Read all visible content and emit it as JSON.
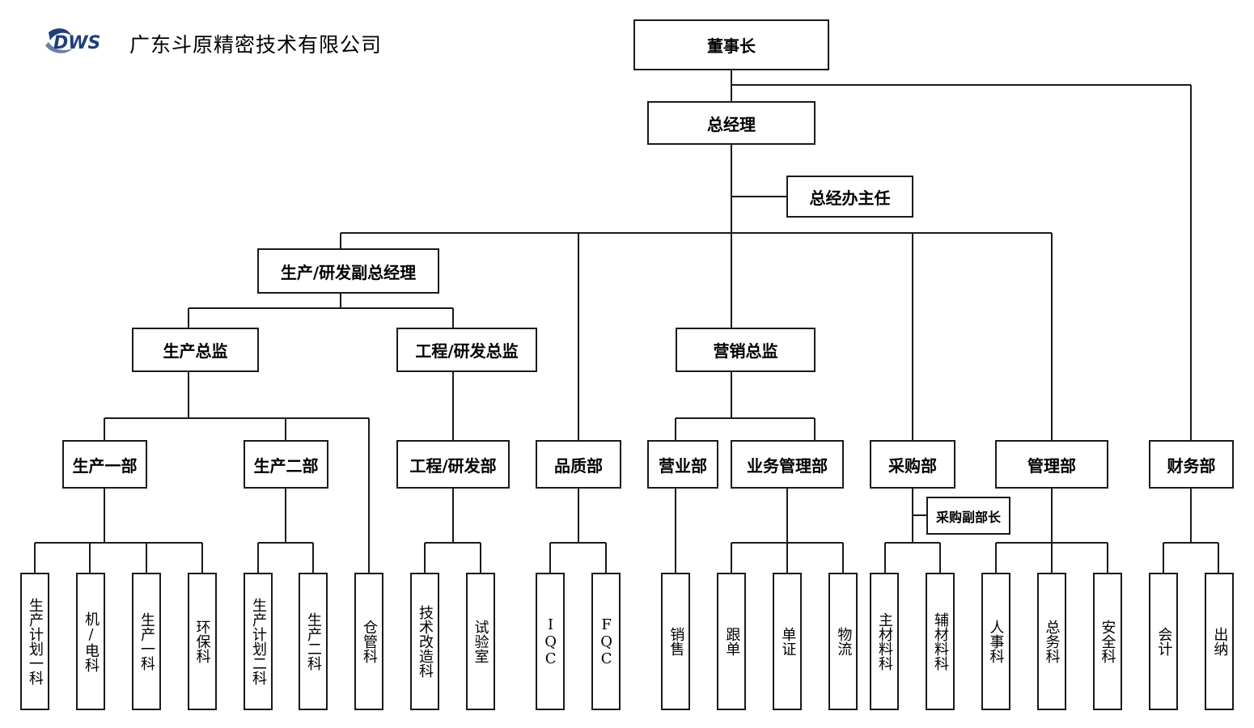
{
  "header": {
    "logo_text": "DWS",
    "company_name": "广东斗原精密技术有限公司"
  },
  "nodes": {
    "chairman": "董事长",
    "general_manager": "总经理",
    "gm_office_director": "总经办主任",
    "vp_production_rd": "生产/研发副总经理",
    "production_director": "生产总监",
    "engineering_rd_director": "工程/研发总监",
    "marketing_director": "营销总监",
    "production_dept_1": "生产一部",
    "production_dept_2": "生产二部",
    "engineering_rd_dept": "工程/研发部",
    "quality_dept": "品质部",
    "business_dept": "营业部",
    "business_mgmt_dept": "业务管理部",
    "purchasing_dept": "采购部",
    "purchasing_deputy": "采购副部长",
    "management_dept": "管理部",
    "finance_dept": "财务部"
  },
  "sections": {
    "plan_section_1": "生产计划一科",
    "mech_elec_section": "机/电科",
    "prod_section_1": "生产一科",
    "env_section": "环保科",
    "plan_section_2": "生产计划二科",
    "prod_section_2": "生产二科",
    "warehouse_section": "仓管科",
    "tech_improve_section": "技术改造科",
    "lab": "试验室",
    "iqc": "IQC",
    "fqc": "FQC",
    "sales": "销售",
    "order_follow": "跟单",
    "documents": "单证",
    "logistics": "物流",
    "main_material_section": "主材料科",
    "aux_material_section": "辅材料科",
    "hr_section": "人事科",
    "general_affairs_section": "总务科",
    "safety_section": "安全科",
    "accounting": "会计",
    "cashier": "出纳"
  }
}
